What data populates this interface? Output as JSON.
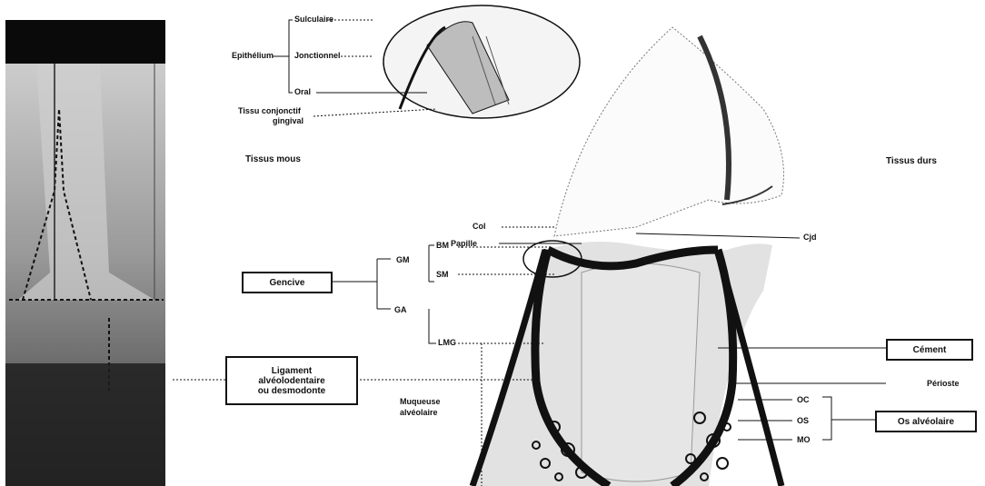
{
  "diagram": {
    "epithelium": {
      "label": "Epithélium",
      "items": [
        "Sulculaire",
        "Jonctionnel",
        "Oral"
      ]
    },
    "connective_label_line1": "Tissu conjonctif",
    "connective_label_line2": "gingival",
    "soft_tissues_title": "Tissus mous",
    "hard_tissues_title": "Tissus durs",
    "col": "Col",
    "papille": "Papille",
    "cej": "Cjd",
    "gencive": "Gencive",
    "gm": "GM",
    "ga": "GA",
    "bm": "BM",
    "sm": "SM",
    "lmg": "LMG",
    "ligament": [
      "Ligament",
      "alvéolodentaire",
      "ou desmodonte"
    ],
    "muqueuse": [
      "Muqueuse",
      "alvéolaire"
    ],
    "cement": "Cément",
    "periosteum": "Périoste",
    "oc": "OC",
    "os": "OS",
    "mo": "MO",
    "alveolar_bone": "Os alvéolaire"
  }
}
